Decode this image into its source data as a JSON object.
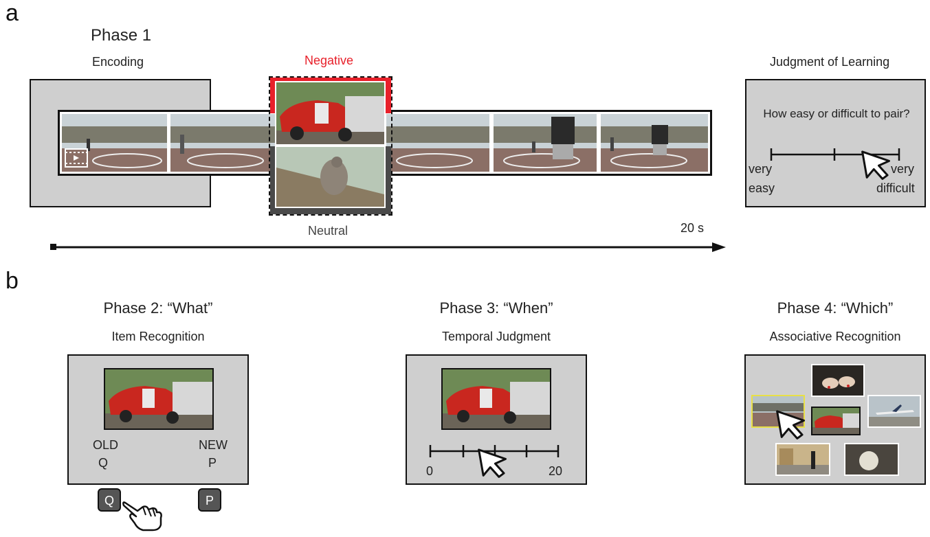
{
  "panel_a": {
    "label": "a",
    "phase": "Phase 1",
    "encoding": "Encoding",
    "negative": "Negative",
    "neutral": "Neutral",
    "duration": "20 s",
    "jol": {
      "title": "Judgment of Learning",
      "question": "How easy or difficult to pair?",
      "left_line1": "very",
      "left_line2": "easy",
      "right_line1": "very",
      "right_line2": "difficult"
    }
  },
  "panel_b": {
    "label": "b",
    "what": {
      "title": "Phase 2: “What”",
      "subtitle": "Item Recognition",
      "old": "OLD",
      "old_key": "Q",
      "new": "NEW",
      "new_key": "P",
      "key_q": "Q",
      "key_p": "P"
    },
    "when": {
      "title": "Phase 3: “When”",
      "subtitle": "Temporal Judgment",
      "min": "0",
      "max": "20"
    },
    "which": {
      "title": "Phase 4: “Which”",
      "subtitle": "Associative Recognition"
    }
  },
  "colors": {
    "negative_red": "#e8202a",
    "neutral_gray": "#4a4a4a",
    "screen_gray": "#cfcfcf"
  },
  "icons": [
    "video-icon",
    "cursor-arrow-icon",
    "pointing-hand-icon"
  ]
}
